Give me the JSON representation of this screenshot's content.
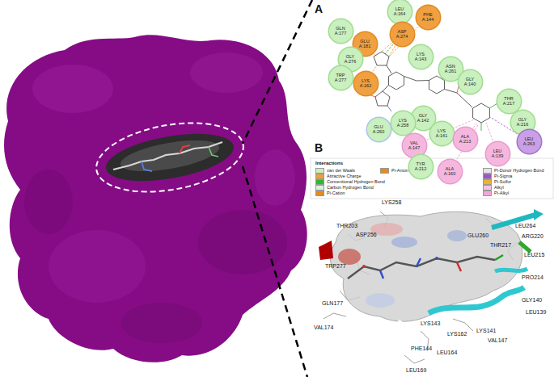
{
  "diagram": {
    "nodes": [
      {
        "text": [
          "LEU A:164"
        ]
      },
      {
        "text": [
          "PHE A:144"
        ]
      },
      {
        "text": [
          "GLN A:177"
        ]
      },
      {
        "text": [
          "ASP A:274"
        ]
      },
      {
        "text": [
          "GLU A:181"
        ]
      },
      {
        "text": [
          "LYS A:143"
        ]
      },
      {
        "text": [
          "GLY A:276"
        ]
      },
      {
        "text": [
          "ASN A:261"
        ]
      },
      {
        "text": [
          "TRP A:277"
        ]
      },
      {
        "text": [
          "GLY A:140"
        ]
      },
      {
        "text": [
          "LYS A:162"
        ]
      },
      {
        "text": [
          "THR A:217"
        ]
      },
      {
        "text": [
          "GLY A:142"
        ]
      },
      {
        "text": [
          "LYS A:258"
        ]
      },
      {
        "text": [
          "GLY A:216"
        ]
      },
      {
        "text": [
          "GLU A:260"
        ]
      },
      {
        "text": [
          "LYS A:141"
        ]
      },
      {
        "text": [
          "ALA A:213"
        ]
      },
      {
        "text": [
          "LEU A:263"
        ]
      },
      {
        "text": [
          "VAL A:147"
        ]
      },
      {
        "text": [
          "TYR A:212"
        ]
      },
      {
        "text": [
          "LEU A:139"
        ]
      },
      {
        "text": [
          "ALA A:160"
        ]
      }
    ],
    "labels": [
      "A",
      "B",
      "Interactions",
      "LYS258",
      "THR203",
      "ASP256",
      "GLU260",
      "LEU264",
      "THR217",
      "ARG220",
      "LEU215",
      "PRO214",
      "TRP277",
      "GLN177",
      "VAL174",
      "LYS143",
      "LYS162",
      "GLY140",
      "LEU139",
      "LYS141",
      "VAL147",
      "PHE144",
      "LEU164",
      "LEU169"
    ],
    "legend": [
      {
        "text": "van der Waals",
        "color": "#c9f0be"
      },
      {
        "text": "Attractive Charge",
        "color": "#f39c3c"
      },
      {
        "text": "Conventional Hydrogen Bond",
        "color": "#2fb82f"
      },
      {
        "text": "Carbon Hydrogen Bond",
        "color": "#d6f2dc"
      },
      {
        "text": "Pi-Cation",
        "color": "#e58a1f"
      },
      {
        "text": "Pi-Anion",
        "color": "#e58a1f"
      },
      {
        "text": "Pi-Donor Hydrogen Bond",
        "color": "#e6e6e6"
      },
      {
        "text": "Pi-Sigma",
        "color": "#9b55c9"
      },
      {
        "text": "Pi-Sulfur",
        "color": "#e8b530"
      },
      {
        "text": "Alkyl",
        "color": "#f6c5e0"
      },
      {
        "text": "Pi-Alkyl",
        "color": "#f2a6d8"
      }
    ]
  }
}
